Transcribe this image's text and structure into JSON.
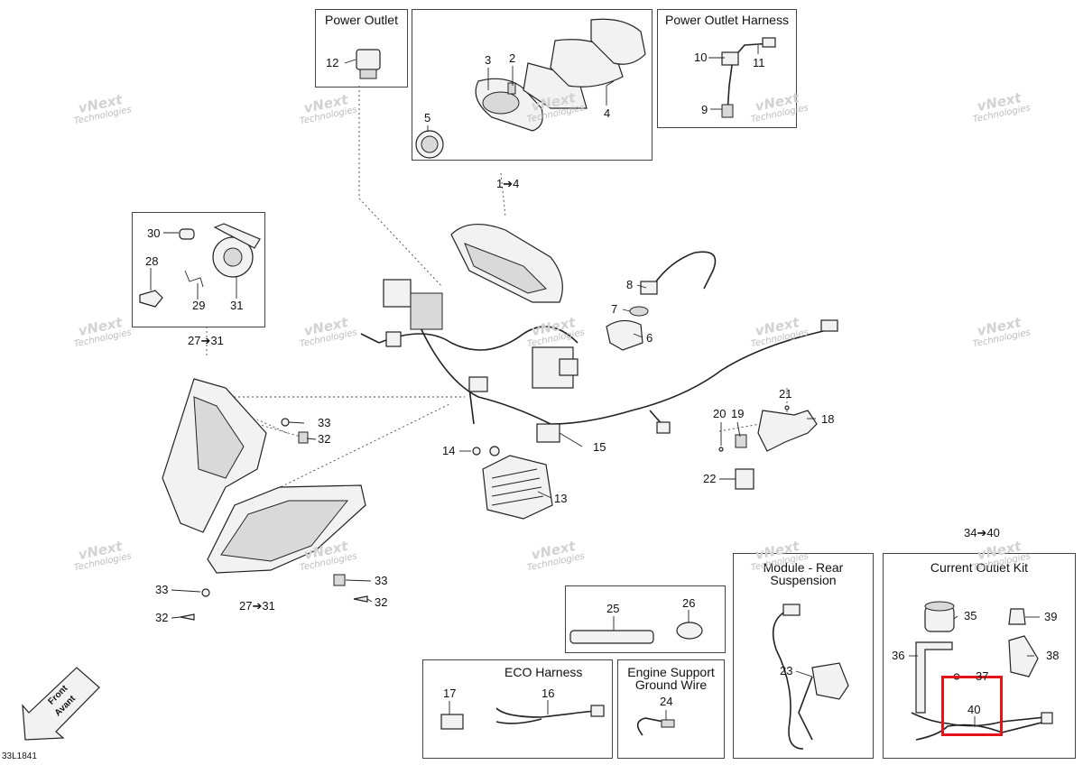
{
  "diagram": {
    "reference": "33L1841",
    "front_label_1": "Front",
    "front_label_2": "Avant",
    "watermark_1": "vNext",
    "watermark_2": "Technologies",
    "highlight_color": "#e3151b"
  },
  "boxes": {
    "power_outlet": "Power Outlet",
    "power_outlet_harness": "Power Outlet Harness",
    "module_rear_suspension_1": "Module - Rear",
    "module_rear_suspension_2": "Suspension",
    "current_outlet_kit": "Current Outlet Kit",
    "eco_harness": "ECO Harness",
    "engine_support_ground_wire_1": "Engine Support",
    "engine_support_ground_wire_2": "Ground Wire"
  },
  "callouts": {
    "c1_4": "1➔4",
    "c2": "2",
    "c3": "3",
    "c4": "4",
    "c5": "5",
    "c6": "6",
    "c7": "7",
    "c8": "8",
    "c9": "9",
    "c10": "10",
    "c11": "11",
    "c12": "12",
    "c13": "13",
    "c14": "14",
    "c15": "15",
    "c16": "16",
    "c17": "17",
    "c18": "18",
    "c19": "19",
    "c20": "20",
    "c21": "21",
    "c22": "22",
    "c23": "23",
    "c24": "24",
    "c25": "25",
    "c26": "26",
    "c27_31a": "27➔31",
    "c27_31b": "27➔31",
    "c28": "28",
    "c29": "29",
    "c30": "30",
    "c31": "31",
    "c32a": "32",
    "c32b": "32",
    "c32c": "32",
    "c33a": "33",
    "c33b": "33",
    "c33c": "33",
    "c34_40": "34➔40",
    "c35": "35",
    "c36": "36",
    "c37": "37",
    "c38": "38",
    "c39": "39",
    "c40": "40"
  }
}
